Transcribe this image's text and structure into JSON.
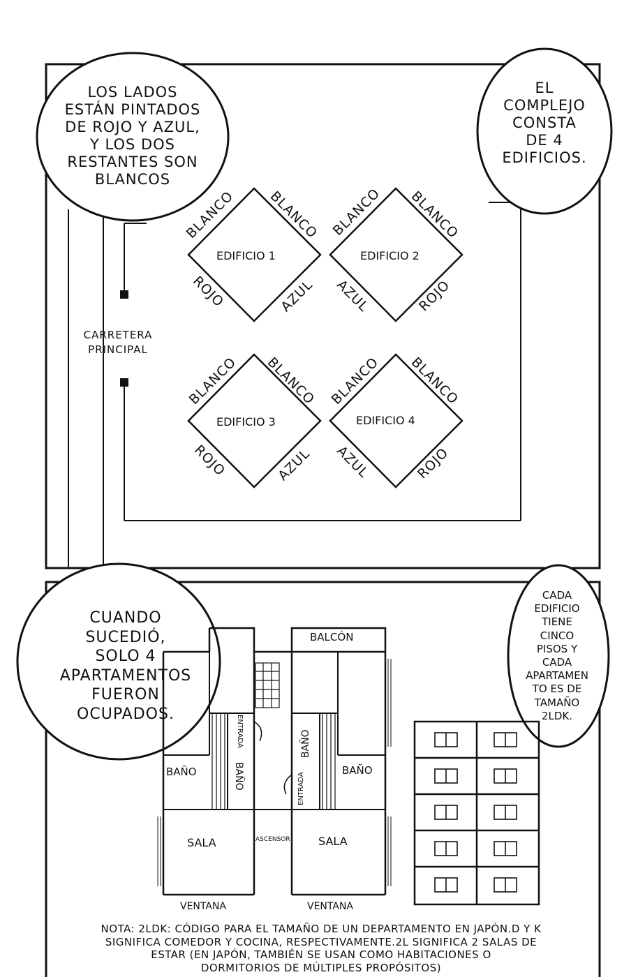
{
  "panel_top": {
    "bubble_left": [
      "Los lados",
      "están pintados",
      "de rojo y azul,",
      "y los dos",
      "restantes son",
      "blancos"
    ],
    "bubble_right": [
      "El",
      "complejo",
      "consta",
      "de 4",
      "edificios."
    ],
    "road_label": [
      "Carretera",
      "principal"
    ],
    "buildings": [
      {
        "name": "Edificio 1",
        "top_left": "Blanco",
        "top_right": "Blanco",
        "bottom_left": "Rojo",
        "bottom_right": "Azul"
      },
      {
        "name": "Edificio 2",
        "top_left": "Blanco",
        "top_right": "Blanco",
        "bottom_left": "Azul",
        "bottom_right": "Rojo"
      },
      {
        "name": "Edificio 3",
        "top_left": "Blanco",
        "top_right": "Blanco",
        "bottom_left": "Rojo",
        "bottom_right": "Azul"
      },
      {
        "name": "Edificio 4",
        "top_left": "Blanco",
        "top_right": "Blanco",
        "bottom_left": "Azul",
        "bottom_right": "Rojo"
      }
    ]
  },
  "panel_bottom": {
    "bubble_left": [
      "Cuando",
      "sucedió,",
      "solo 4",
      "apartamentos",
      "fueron",
      "ocupados."
    ],
    "bubble_right": [
      "Cada",
      "edificio",
      "tiene",
      "cinco",
      "pisos y",
      "cada",
      "apartamen",
      "to es de",
      "tamaño",
      "2LDK."
    ],
    "floorplan": {
      "balcony": "Balcón",
      "entrance_left": "Entrada",
      "entrance_right": "Entrada",
      "bath_left_outer": "Baño",
      "bath_left_inner": "Baño",
      "bath_right_inner": "Baño",
      "bath_right_outer": "Baño",
      "living_left": "Sala",
      "living_right": "Sala",
      "elevator": "Ascensor",
      "window_left": "Ventana",
      "window_right": "Ventana"
    },
    "note": [
      "Nota: 2LDK: código para el tamaño de un departamento en Japón.D y K",
      "significa comedor y cocina, respectivamente.2L significa 2 salas de",
      "estar (en Japón, también se usan como habitaciones o",
      "dormitorios de múltiples propósitos)"
    ]
  }
}
